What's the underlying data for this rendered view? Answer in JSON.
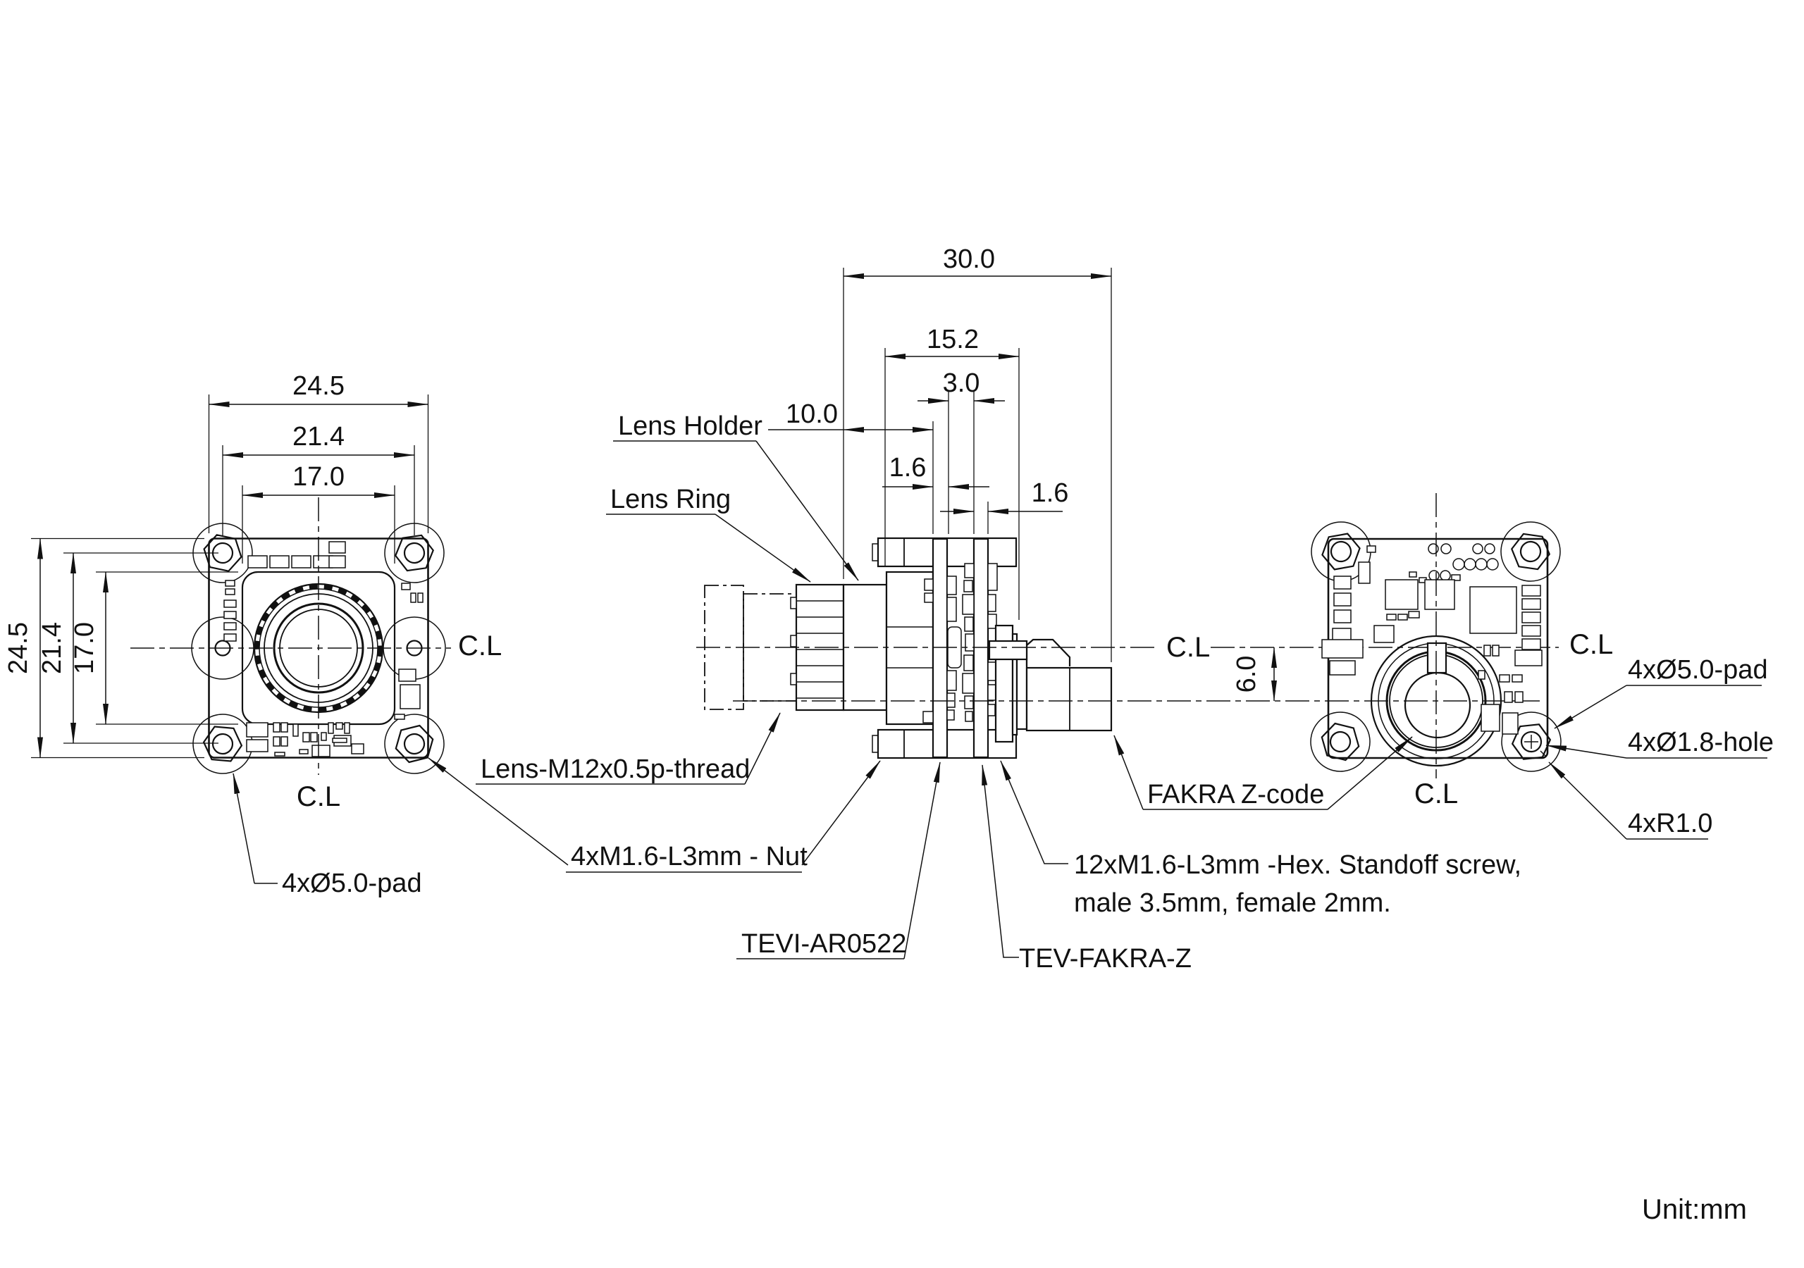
{
  "drawing": {
    "background": "#ffffff",
    "line_color": "#111111",
    "unit_label": "Unit:mm",
    "centerline_label": "C.L",
    "front_view": {
      "dim_width_outer": "24.5",
      "dim_width_holes": "21.4",
      "dim_width_lens": "17.0",
      "dim_height_outer": "24.5",
      "dim_height_holes": "21.4",
      "dim_height_lens": "17.0",
      "pad_label": "4xØ5.0-pad"
    },
    "side_view": {
      "dim_overall_depth": "30.0",
      "dim_module_depth": "15.2",
      "dim_board_gap": "3.0",
      "dim_lens_protrusion": "10.0",
      "dim_pcb1_thickness": "1.6",
      "dim_pcb2_thickness": "1.6",
      "label_lens_holder": "Lens Holder",
      "label_lens_ring": "Lens Ring",
      "label_lens_thread": "Lens-M12x0.5p-thread",
      "label_nut": "4xM1.6-L3mm - Nut",
      "label_board": "TEVI-AR0522",
      "label_adapter_board": "TEV-FAKRA-Z",
      "label_standoff_line1": "12xM1.6-L3mm -Hex. Standoff screw,",
      "label_standoff_line2": "male 3.5mm, female 2mm.",
      "label_fakra": "FAKRA Z-code"
    },
    "back_view": {
      "dim_connector_offset": "6.0",
      "pad_label": "4xØ5.0-pad",
      "hole_label": "4xØ1.8-hole",
      "radius_label": "4xR1.0"
    }
  }
}
